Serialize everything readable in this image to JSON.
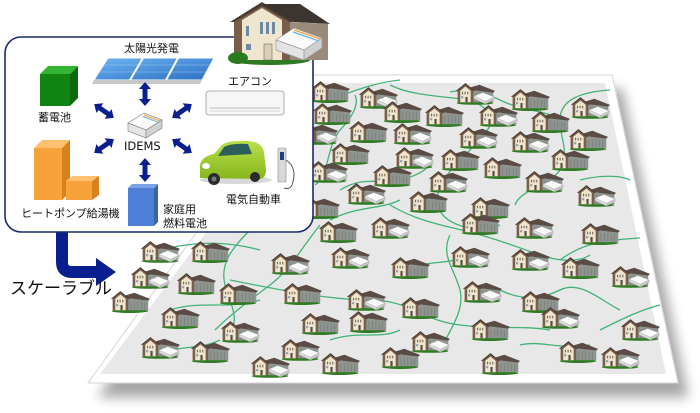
{
  "diagram": {
    "idems_box": {
      "center": {
        "label": "IDEMS",
        "icon": "idems-device-icon"
      },
      "components": [
        {
          "id": "solar",
          "label": "太陽光発電",
          "icon": "solar-panel-icon",
          "color": "#3a7fd0"
        },
        {
          "id": "battery",
          "label": "蓄電池",
          "icon": "storage-battery-icon",
          "color": "#148a14"
        },
        {
          "id": "aircon",
          "label": "エアコン",
          "icon": "air-conditioner-icon",
          "color": "#f2f2f2"
        },
        {
          "id": "heatpump",
          "label": "ヒートポンプ給湯機",
          "icon": "heat-pump-water-heater-icon",
          "color": "#f7a23a"
        },
        {
          "id": "fuelcell",
          "label_line1": "家庭用",
          "label_line2": "燃料電池",
          "icon": "fuel-cell-icon",
          "color": "#4f7fd6"
        },
        {
          "id": "ev",
          "label": "電気自動車",
          "icon": "electric-vehicle-icon",
          "color": "#9ccc2a"
        }
      ],
      "arrow_color": "#0a1f8f",
      "border_color": "#1b2a6b"
    },
    "scale_arrow": {
      "label": "スケーラブル",
      "color": "#0a1f8f"
    },
    "community_map": {
      "network_line_color": "#2fae6a",
      "panel_color": "#e9e9e9",
      "house_count": 72
    }
  }
}
